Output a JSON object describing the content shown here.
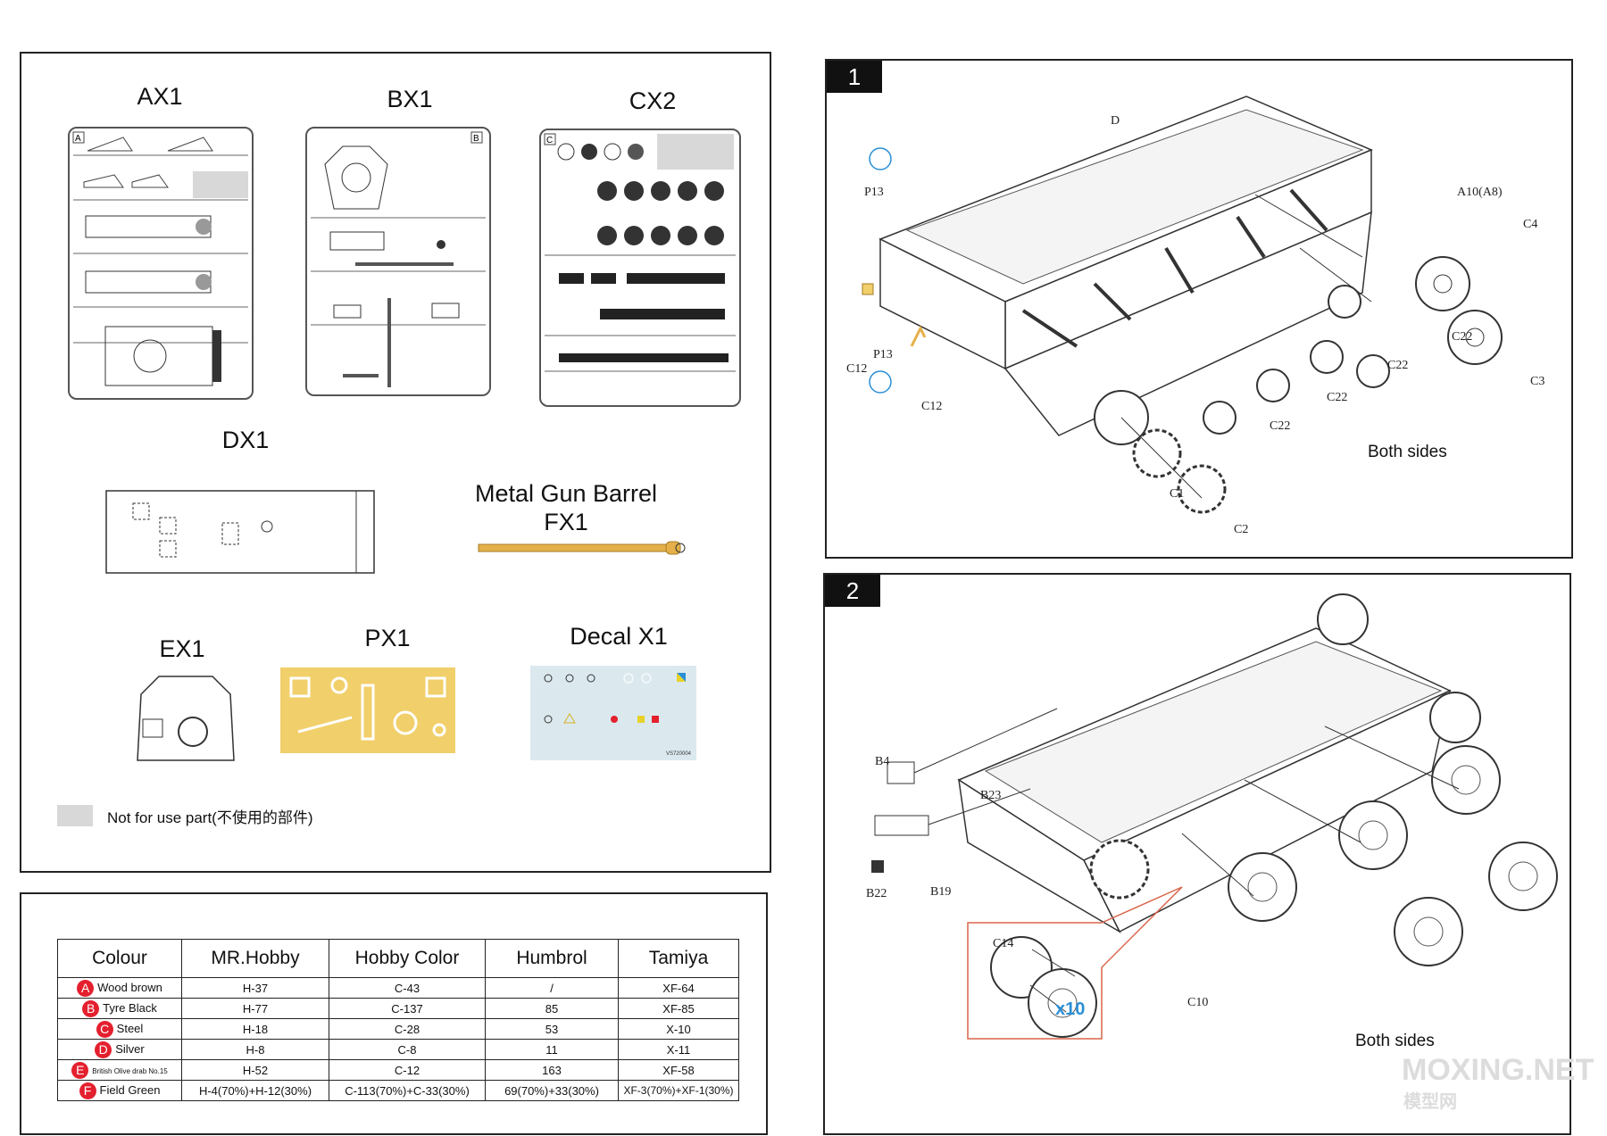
{
  "parts_panel": {
    "sprues": [
      "AX1",
      "BX1",
      "CX2",
      "DX1"
    ],
    "sprue_letters": {
      "a": "A",
      "b": "B",
      "c": "C"
    },
    "metal_barrel": {
      "line1": "Metal Gun Barrel",
      "line2": "FX1"
    },
    "small_parts": [
      "EX1",
      "PX1",
      "Decal X1"
    ],
    "legend_text": "Not for use part(不使用的部件)",
    "decal_code": "VS720004"
  },
  "paint_table": {
    "headers": [
      "Colour",
      "MR.Hobby",
      "Hobby Color",
      "Humbrol",
      "Tamiya"
    ],
    "rows": [
      {
        "letter": "A",
        "name": "Wood brown",
        "mrhobby": "H-37",
        "hobby": "C-43",
        "humbrol": "/",
        "tamiya": "XF-64"
      },
      {
        "letter": "B",
        "name": "Tyre Black",
        "mrhobby": "H-77",
        "hobby": "C-137",
        "humbrol": "85",
        "tamiya": "XF-85"
      },
      {
        "letter": "C",
        "name": "Steel",
        "mrhobby": "H-18",
        "hobby": "C-28",
        "humbrol": "53",
        "tamiya": "X-10"
      },
      {
        "letter": "D",
        "name": "Silver",
        "mrhobby": "H-8",
        "hobby": "C-8",
        "humbrol": "11",
        "tamiya": "X-11"
      },
      {
        "letter": "E",
        "name": "British Olive drab No.15",
        "mrhobby": "H-52",
        "hobby": "C-12",
        "humbrol": "163",
        "tamiya": "XF-58"
      },
      {
        "letter": "F",
        "name": "Field Green",
        "mrhobby": "H-4(70%)+H-12(30%)",
        "hobby": "C-113(70%)+C-33(30%)",
        "humbrol": "69(70%)+33(30%)",
        "tamiya": "XF-3(70%)+XF-1(30%)"
      }
    ]
  },
  "step1": {
    "number": "1",
    "callouts": {
      "d": "D",
      "p13a": "P13",
      "p13b": "P13",
      "c12a": "C12",
      "c12b": "C12",
      "a10": "A10(A8)",
      "c4": "C4",
      "c3": "C3",
      "c22a": "C22",
      "c22b": "C22",
      "c22c": "C22",
      "c22d": "C22",
      "c1": "C1",
      "c2": "C2"
    },
    "both_sides": "Both sides"
  },
  "step2": {
    "number": "2",
    "callouts": {
      "b4": "B4",
      "b23": "B23",
      "b22": "B22",
      "b19": "B19",
      "c14": "C14",
      "c10": "C10"
    },
    "multiplier": "x10",
    "both_sides": "Both sides"
  },
  "watermark": {
    "main": "MOXING.NET",
    "sub": "模型网"
  },
  "colors": {
    "accent_red": "#e4202e",
    "blue": "#2a8fd6",
    "callout_box": "#d9654a",
    "barrel": "#e5b04a",
    "brass": "#f1cf6a",
    "decal_bg": "#dbe9ef"
  }
}
